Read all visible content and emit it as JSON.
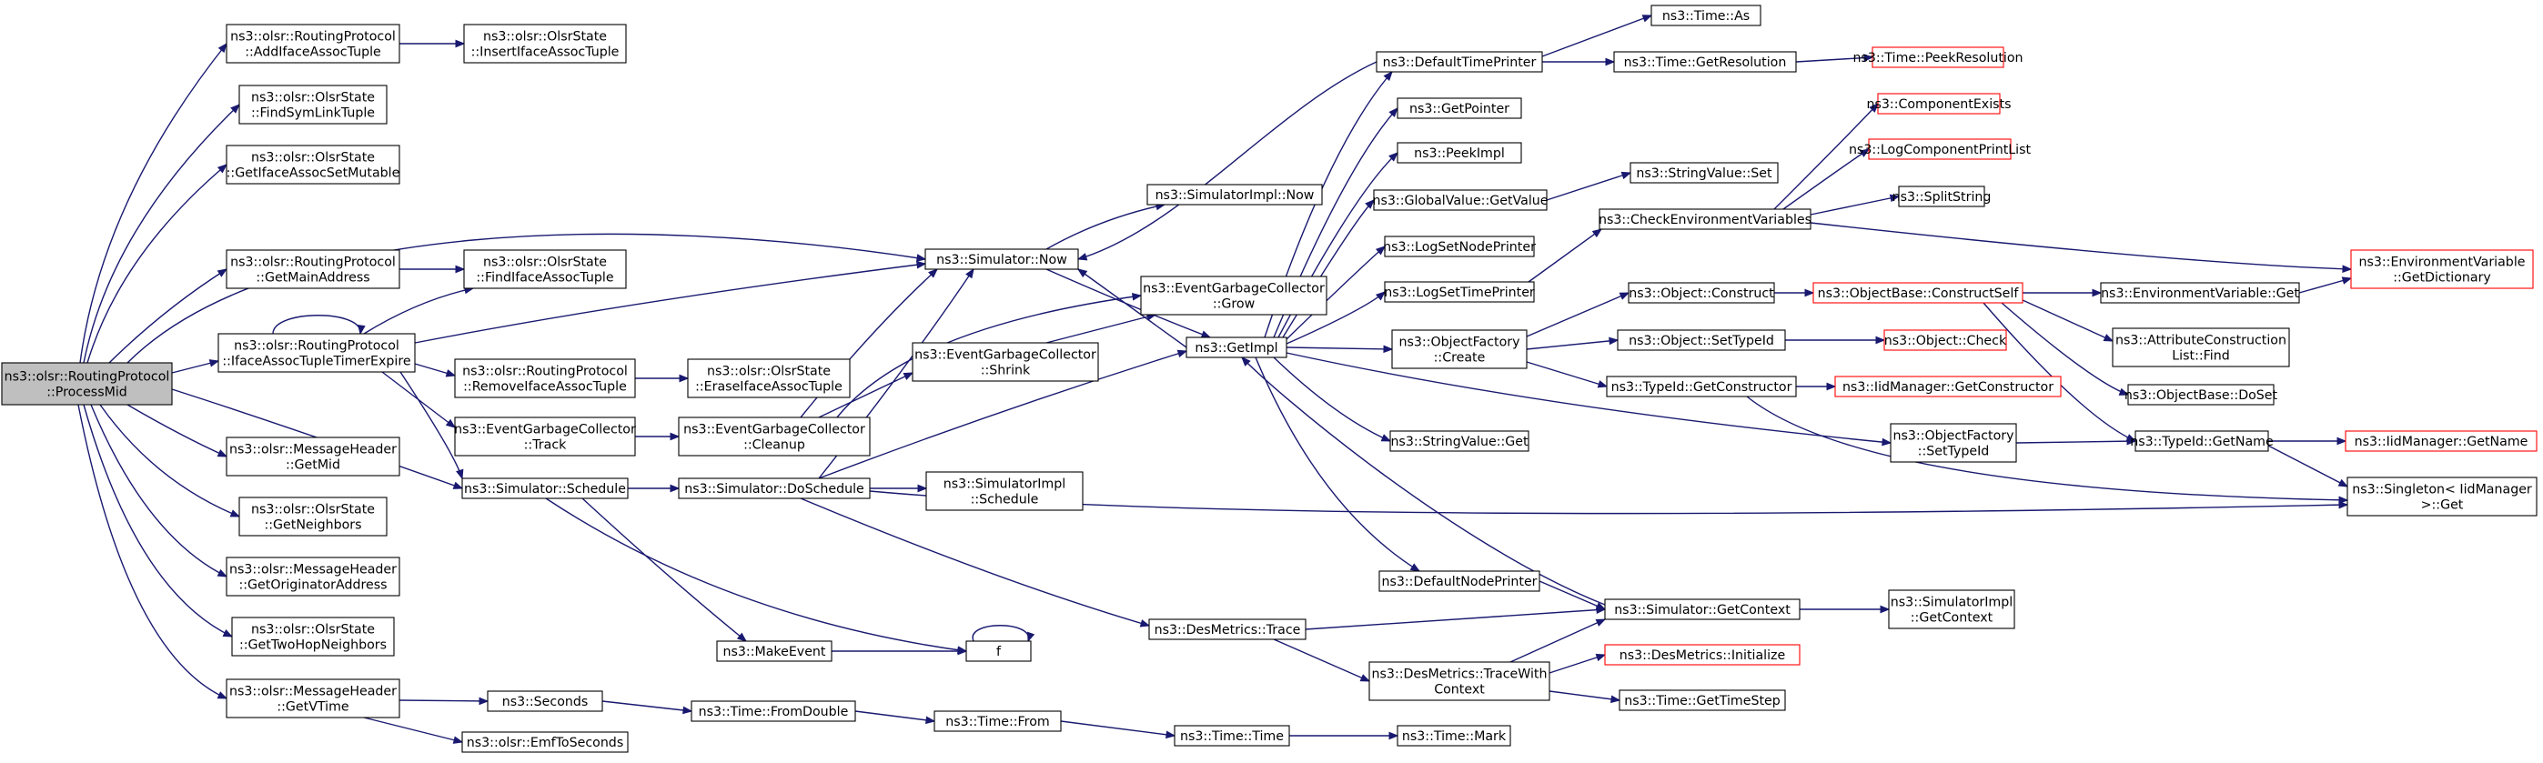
{
  "diagram": {
    "nodes": [
      {
        "id": "root",
        "lines": [
          "ns3::olsr::RoutingProtocol",
          "::ProcessMid"
        ],
        "root": true
      },
      {
        "id": "addIface",
        "lines": [
          "ns3::olsr::RoutingProtocol",
          "::AddIfaceAssocTuple"
        ]
      },
      {
        "id": "insertIface",
        "lines": [
          "ns3::olsr::OlsrState",
          "::InsertIfaceAssocTuple"
        ]
      },
      {
        "id": "findSymLink",
        "lines": [
          "ns3::olsr::OlsrState",
          "::FindSymLinkTuple"
        ]
      },
      {
        "id": "getIfaceSet",
        "lines": [
          "ns3::olsr::OlsrState",
          "::GetIfaceAssocSetMutable"
        ]
      },
      {
        "id": "getMainAddr",
        "lines": [
          "ns3::olsr::RoutingProtocol",
          "::GetMainAddress"
        ]
      },
      {
        "id": "findIface",
        "lines": [
          "ns3::olsr::OlsrState",
          "::FindIfaceAssocTuple"
        ]
      },
      {
        "id": "ifaceExpire",
        "lines": [
          "ns3::olsr::RoutingProtocol",
          "::IfaceAssocTupleTimerExpire"
        ]
      },
      {
        "id": "removeIface",
        "lines": [
          "ns3::olsr::RoutingProtocol",
          "::RemoveIfaceAssocTuple"
        ]
      },
      {
        "id": "eraseIface",
        "lines": [
          "ns3::olsr::OlsrState",
          "::EraseIfaceAssocTuple"
        ]
      },
      {
        "id": "egcTrack",
        "lines": [
          "ns3::EventGarbageCollector",
          "::Track"
        ]
      },
      {
        "id": "egcCleanup",
        "lines": [
          "ns3::EventGarbageCollector",
          "::Cleanup"
        ]
      },
      {
        "id": "msgGetMid",
        "lines": [
          "ns3::olsr::MessageHeader",
          "::GetMid"
        ]
      },
      {
        "id": "getNeighbors",
        "lines": [
          "ns3::olsr::OlsrState",
          "::GetNeighbors"
        ]
      },
      {
        "id": "getOrigAddr",
        "lines": [
          "ns3::olsr::MessageHeader",
          "::GetOriginatorAddress"
        ]
      },
      {
        "id": "getTwoHop",
        "lines": [
          "ns3::olsr::OlsrState",
          "::GetTwoHopNeighbors"
        ]
      },
      {
        "id": "getVTime",
        "lines": [
          "ns3::olsr::MessageHeader",
          "::GetVTime"
        ]
      },
      {
        "id": "seconds",
        "lines": [
          "ns3::Seconds"
        ]
      },
      {
        "id": "emfToSec",
        "lines": [
          "ns3::olsr::EmfToSeconds"
        ]
      },
      {
        "id": "simNow",
        "lines": [
          "ns3::Simulator::Now"
        ]
      },
      {
        "id": "simSchedule",
        "lines": [
          "ns3::Simulator::Schedule"
        ]
      },
      {
        "id": "simDoSchedule",
        "lines": [
          "ns3::Simulator::DoSchedule"
        ]
      },
      {
        "id": "makeEvent",
        "lines": [
          "ns3::MakeEvent"
        ]
      },
      {
        "id": "f",
        "lines": [
          "f"
        ]
      },
      {
        "id": "egcShrink",
        "lines": [
          "ns3::EventGarbageCollector",
          "::Shrink"
        ]
      },
      {
        "id": "egcGrow",
        "lines": [
          "ns3::EventGarbageCollector",
          "::Grow"
        ]
      },
      {
        "id": "simImplNow",
        "lines": [
          "ns3::SimulatorImpl::Now"
        ]
      },
      {
        "id": "simImplSchedule",
        "lines": [
          "ns3::SimulatorImpl",
          "::Schedule"
        ]
      },
      {
        "id": "timeFromDouble",
        "lines": [
          "ns3::Time::FromDouble"
        ]
      },
      {
        "id": "timeFrom",
        "lines": [
          "ns3::Time::From"
        ]
      },
      {
        "id": "timeTime",
        "lines": [
          "ns3::Time::Time"
        ]
      },
      {
        "id": "timeMark",
        "lines": [
          "ns3::Time::Mark"
        ]
      },
      {
        "id": "getImpl",
        "lines": [
          "ns3::GetImpl"
        ]
      },
      {
        "id": "desTrace",
        "lines": [
          "ns3::DesMetrics::Trace"
        ]
      },
      {
        "id": "defTimePrinter",
        "lines": [
          "ns3::DefaultTimePrinter"
        ]
      },
      {
        "id": "getPointer",
        "lines": [
          "ns3::GetPointer"
        ]
      },
      {
        "id": "peekImpl",
        "lines": [
          "ns3::PeekImpl"
        ]
      },
      {
        "id": "gvGetValue",
        "lines": [
          "ns3::GlobalValue::GetValue"
        ]
      },
      {
        "id": "logSetNode",
        "lines": [
          "ns3::LogSetNodePrinter"
        ]
      },
      {
        "id": "logSetTime",
        "lines": [
          "ns3::LogSetTimePrinter"
        ]
      },
      {
        "id": "ofCreate",
        "lines": [
          "ns3::ObjectFactory",
          "::Create"
        ]
      },
      {
        "id": "svGet",
        "lines": [
          "ns3::StringValue::Get"
        ]
      },
      {
        "id": "defNodePrinter",
        "lines": [
          "ns3::DefaultNodePrinter"
        ]
      },
      {
        "id": "desTraceCtx",
        "lines": [
          "ns3::DesMetrics::TraceWith",
          "Context"
        ]
      },
      {
        "id": "timeAs",
        "lines": [
          "ns3::Time::As"
        ]
      },
      {
        "id": "timeGetRes",
        "lines": [
          "ns3::Time::GetResolution"
        ]
      },
      {
        "id": "timePeekRes",
        "lines": [
          "ns3::Time::PeekResolution"
        ],
        "red": true
      },
      {
        "id": "svSet",
        "lines": [
          "ns3::StringValue::Set"
        ]
      },
      {
        "id": "checkEnv",
        "lines": [
          "ns3::CheckEnvironmentVariables"
        ]
      },
      {
        "id": "compExists",
        "lines": [
          "ns3::ComponentExists"
        ],
        "red": true
      },
      {
        "id": "logCompPrint",
        "lines": [
          "ns3::LogComponentPrintList"
        ],
        "red": true
      },
      {
        "id": "splitString",
        "lines": [
          "ns3::SplitString"
        ]
      },
      {
        "id": "envGetDict",
        "lines": [
          "ns3::EnvironmentVariable",
          "::GetDictionary"
        ],
        "red": true
      },
      {
        "id": "objConstruct",
        "lines": [
          "ns3::Object::Construct"
        ]
      },
      {
        "id": "objBaseConstructSelf",
        "lines": [
          "ns3::ObjectBase::ConstructSelf"
        ],
        "red": true
      },
      {
        "id": "envGet",
        "lines": [
          "ns3::EnvironmentVariable::Get"
        ]
      },
      {
        "id": "attrFind",
        "lines": [
          "ns3::AttributeConstruction",
          "List::Find"
        ]
      },
      {
        "id": "objBaseDoSet",
        "lines": [
          "ns3::ObjectBase::DoSet"
        ]
      },
      {
        "id": "objSetTypeId",
        "lines": [
          "ns3::Object::SetTypeId"
        ]
      },
      {
        "id": "objCheck",
        "lines": [
          "ns3::Object::Check"
        ],
        "red": true
      },
      {
        "id": "typeIdGetCtor",
        "lines": [
          "ns3::TypeId::GetConstructor"
        ]
      },
      {
        "id": "iidGetCtor",
        "lines": [
          "ns3::IidManager::GetConstructor"
        ],
        "red": true
      },
      {
        "id": "ofSetTypeId",
        "lines": [
          "ns3::ObjectFactory",
          "::SetTypeId"
        ]
      },
      {
        "id": "typeIdGetName",
        "lines": [
          "ns3::TypeId::GetName"
        ]
      },
      {
        "id": "iidGetName",
        "lines": [
          "ns3::IidManager::GetName"
        ],
        "red": true
      },
      {
        "id": "singletonGet",
        "lines": [
          "ns3::Singleton< IidManager",
          ">::Get"
        ]
      },
      {
        "id": "desInit",
        "lines": [
          "ns3::DesMetrics::Initialize"
        ],
        "red": true
      },
      {
        "id": "timeGetStep",
        "lines": [
          "ns3::Time::GetTimeStep"
        ]
      },
      {
        "id": "simGetContext",
        "lines": [
          "ns3::Simulator::GetContext"
        ]
      },
      {
        "id": "simImplGetContext",
        "lines": [
          "ns3::SimulatorImpl",
          "::GetContext"
        ]
      }
    ]
  }
}
